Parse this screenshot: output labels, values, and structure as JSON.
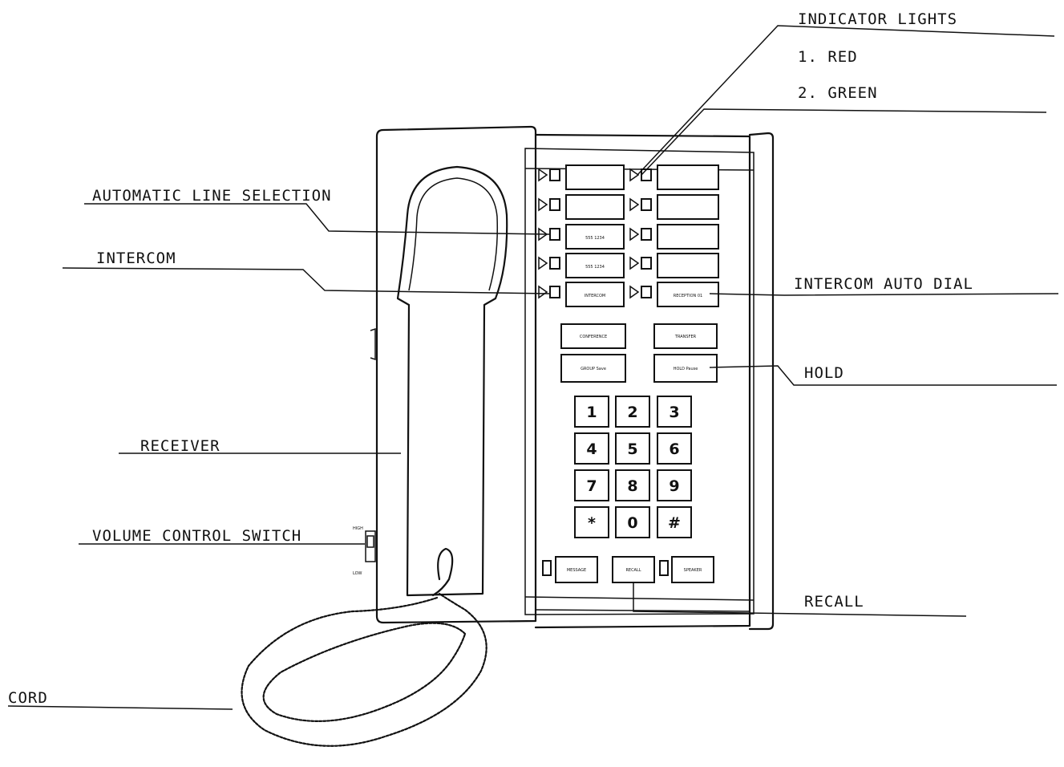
{
  "callouts": {
    "indicator_lights": "INDICATOR LIGHTS",
    "indicator_red": "1. RED",
    "indicator_green": "2. GREEN",
    "automatic_line_selection": "AUTOMATIC LINE SELECTION",
    "intercom": "INTERCOM",
    "intercom_auto_dial": "INTERCOM AUTO DIAL",
    "hold": "HOLD",
    "receiver": "RECEIVER",
    "volume_control_switch": "VOLUME CONTROL SWITCH",
    "recall": "RECALL",
    "cord": "CORD"
  },
  "keypad": [
    "1",
    "2",
    "3",
    "4",
    "5",
    "6",
    "7",
    "8",
    "9",
    "*",
    "0",
    "#"
  ],
  "line_button_labels": {
    "left_3": "555 1234",
    "left_4": "555 1234",
    "intercom": "INTERCOM",
    "auto_dial": "RECEPTION 01",
    "conference": "CONFERENCE",
    "transfer": "TRANSFER",
    "group": "GROUP Save",
    "hold": "HOLD Pause",
    "message": "MESSAGE",
    "recall": "RECALL",
    "speaker": "SPEAKER"
  },
  "volume_switch": {
    "high": "HIGH",
    "low": "LOW"
  }
}
